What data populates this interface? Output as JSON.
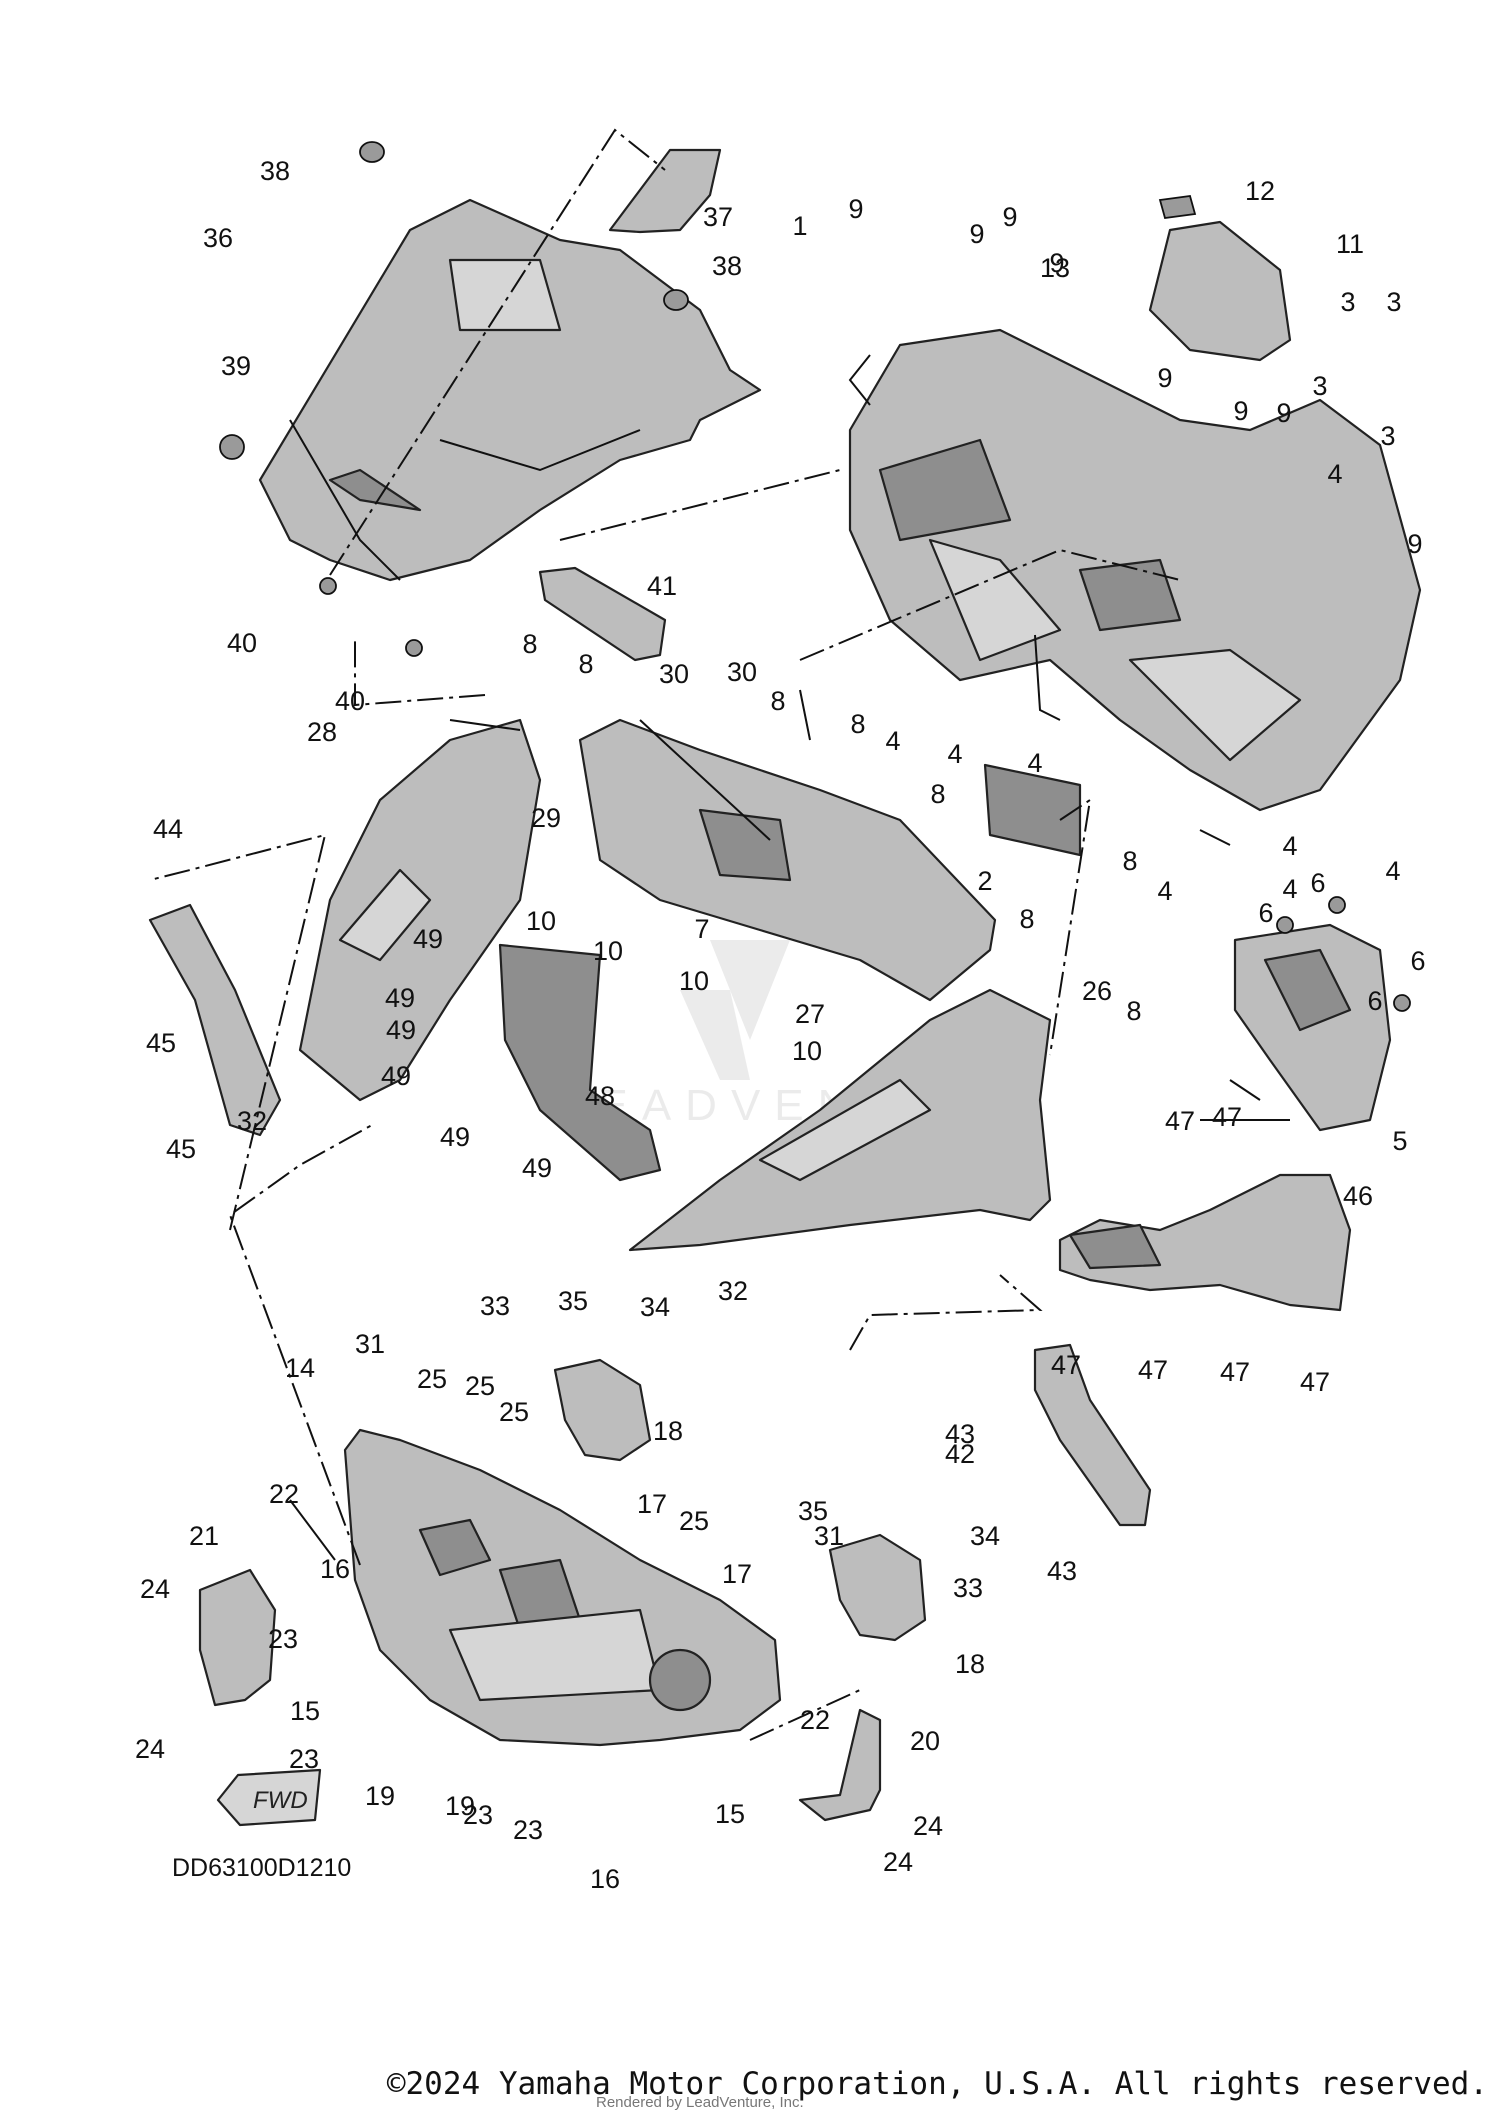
{
  "diagram": {
    "code": "DD63100D1210",
    "fwd_label": "FWD",
    "copyright": "©2024 Yamaha Motor Corporation, U.S.A. All rights reserved.",
    "rendered_by": "Rendered by LeadVenture, Inc.",
    "colors": {
      "part_fill": "#bdbdbd",
      "outline": "#222222",
      "text": "#111111"
    },
    "callouts": [
      "1",
      "2",
      "3",
      "3",
      "3",
      "3",
      "4",
      "4",
      "4",
      "4",
      "4",
      "4",
      "4",
      "4",
      "5",
      "6",
      "6",
      "6",
      "6",
      "7",
      "8",
      "8",
      "8",
      "8",
      "8",
      "8",
      "8",
      "8",
      "9",
      "9",
      "9",
      "9",
      "9",
      "9",
      "9",
      "9",
      "10",
      "10",
      "10",
      "10",
      "11",
      "12",
      "13",
      "14",
      "15",
      "15",
      "16",
      "16",
      "17",
      "17",
      "18",
      "18",
      "19",
      "19",
      "20",
      "21",
      "22",
      "22",
      "23",
      "23",
      "23",
      "23",
      "24",
      "24",
      "24",
      "24",
      "25",
      "25",
      "25",
      "25",
      "26",
      "27",
      "28",
      "29",
      "30",
      "30",
      "31",
      "31",
      "32",
      "32",
      "33",
      "33",
      "34",
      "34",
      "35",
      "35",
      "36",
      "37",
      "38",
      "38",
      "39",
      "40",
      "40",
      "41",
      "42",
      "43",
      "43",
      "44",
      "45",
      "45",
      "46",
      "47",
      "47",
      "47",
      "47",
      "47",
      "47",
      "48",
      "49",
      "49",
      "49",
      "49",
      "49",
      "49"
    ]
  }
}
